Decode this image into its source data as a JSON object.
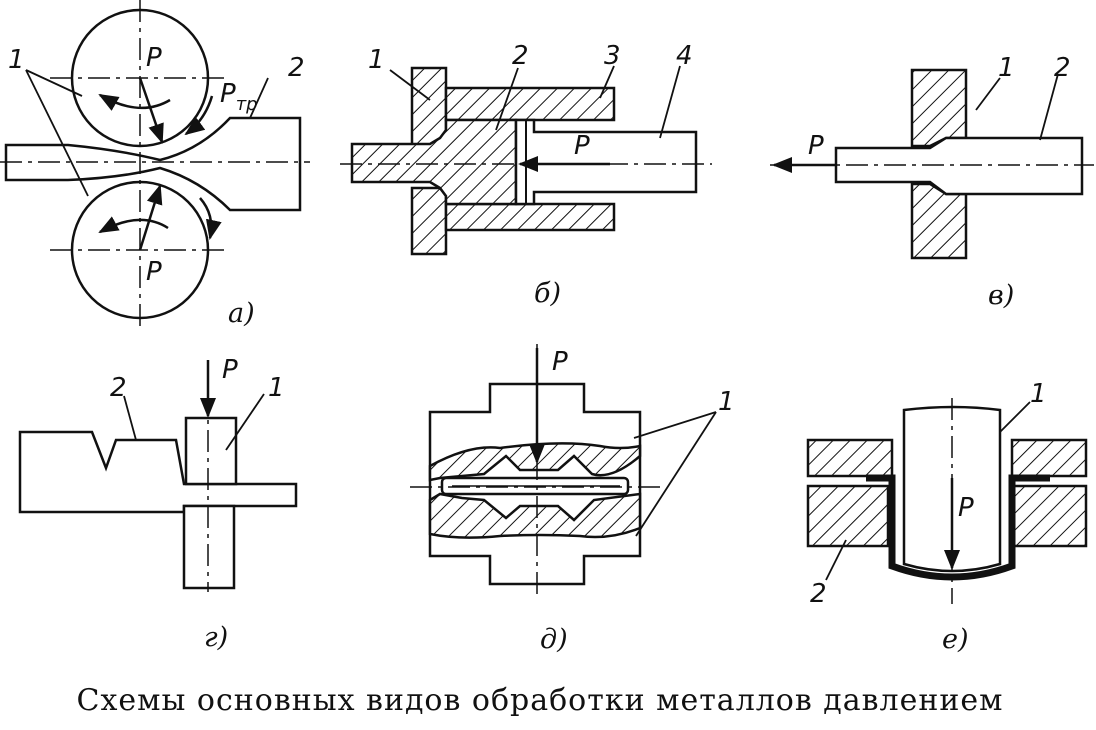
{
  "caption": "Схемы основных видов обработки металлов давлением",
  "force": "P",
  "friction_force": "P",
  "friction_sub": "тр",
  "panels": {
    "a": {
      "sublabel": "а)",
      "parts": [
        "1",
        "2"
      ]
    },
    "b": {
      "sublabel": "б)",
      "parts": [
        "1",
        "2",
        "3",
        "4"
      ]
    },
    "v": {
      "sublabel": "в)",
      "parts": [
        "1",
        "2"
      ]
    },
    "g": {
      "sublabel": "г)",
      "parts": [
        "2",
        "1"
      ]
    },
    "d": {
      "sublabel": "д)",
      "parts": [
        "1"
      ]
    },
    "e": {
      "sublabel": "е)",
      "parts": [
        "1",
        "2"
      ]
    }
  }
}
